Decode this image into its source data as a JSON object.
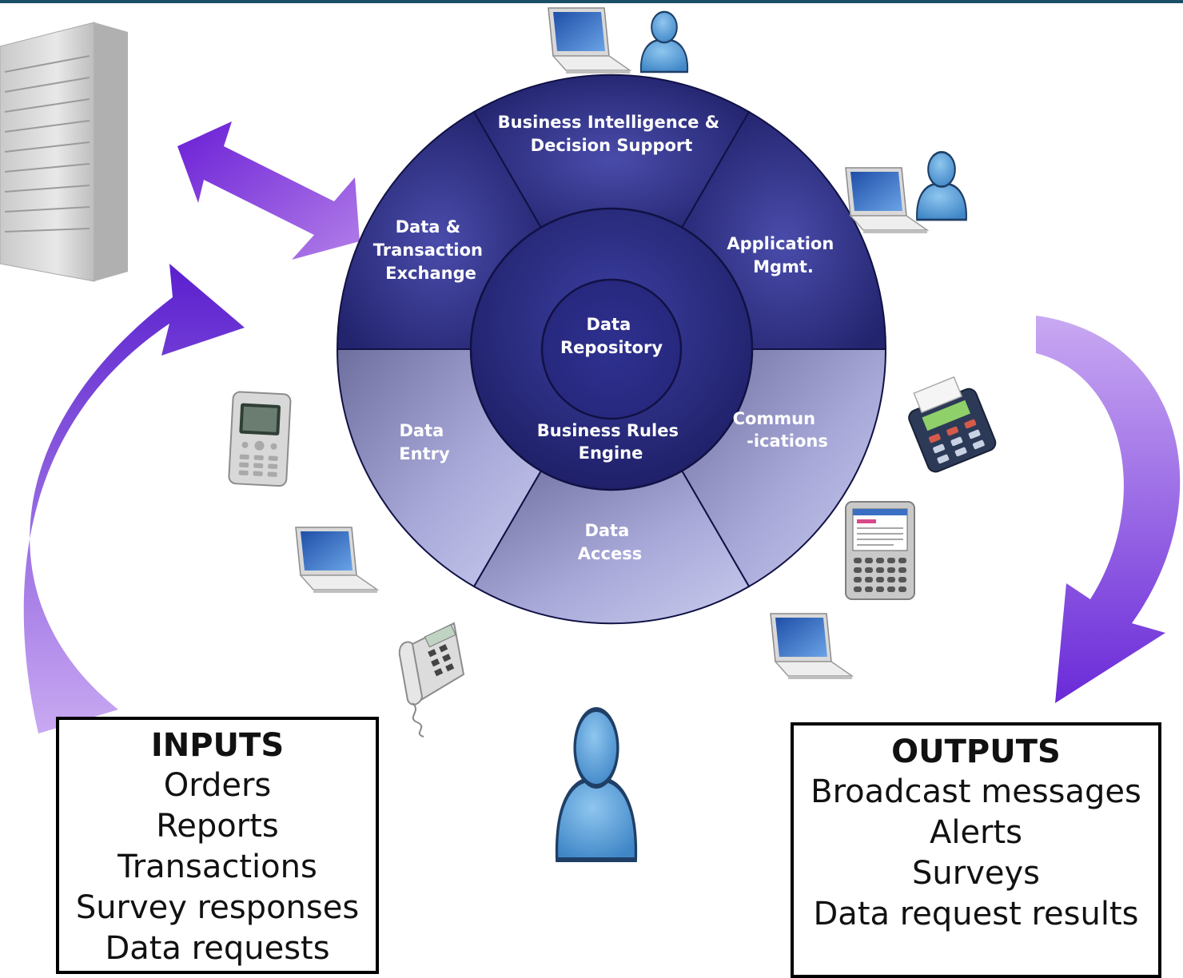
{
  "wheel": {
    "outer_segments": [
      {
        "id": "bi",
        "lines": [
          "Business Intelligence &",
          "Decision Support"
        ]
      },
      {
        "id": "app",
        "lines": [
          "Application",
          "Mgmt."
        ]
      },
      {
        "id": "comm",
        "lines": [
          "Commun",
          "-ications"
        ]
      },
      {
        "id": "access",
        "lines": [
          "Data",
          "Access"
        ]
      },
      {
        "id": "entry",
        "lines": [
          "Data",
          "Entry"
        ]
      },
      {
        "id": "exchange",
        "lines": [
          "Data &",
          "Transaction",
          "Exchange"
        ]
      }
    ],
    "middle_ring": {
      "lines": [
        "Business Rules",
        "Engine"
      ]
    },
    "core": {
      "lines": [
        "Data",
        "Repository"
      ]
    }
  },
  "inputs": {
    "title": "INPUTS",
    "items": [
      "Orders",
      "Reports",
      "Transactions",
      "Survey responses",
      "Data requests"
    ]
  },
  "outputs": {
    "title": "OUTPUTS",
    "items": [
      "Broadcast messages",
      "Alerts",
      "Surveys",
      "Data request results"
    ]
  },
  "devices": [
    "server-icon",
    "laptop-icon",
    "user-icon",
    "mobile-phone-icon",
    "desk-phone-icon",
    "card-terminal-icon",
    "smartphone-icon"
  ],
  "colors": {
    "dark_segment": "#2e2f86",
    "light_segment": "#a9aadb",
    "arrow_purple": "#7a3fd8",
    "topbar": "#1c4f66"
  }
}
